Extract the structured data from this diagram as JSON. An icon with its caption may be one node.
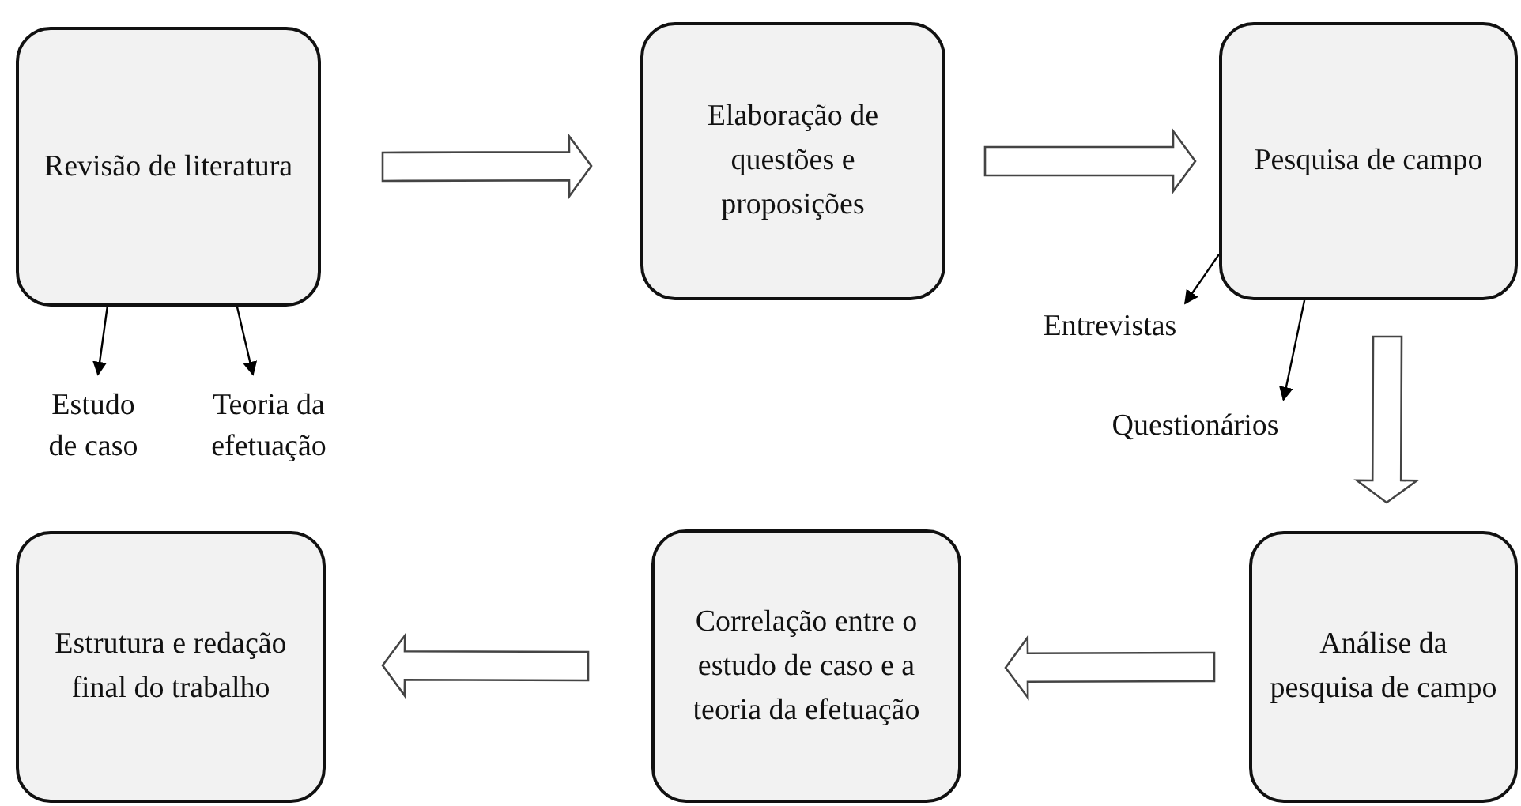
{
  "diagram": {
    "nodes": [
      {
        "text": [
          "Revisão de literatura"
        ]
      },
      {
        "text": [
          "Elaboração de questões e proposições"
        ]
      },
      {
        "text": [
          "Pesquisa de campo"
        ]
      },
      {
        "text": [
          "Estudo de caso"
        ]
      },
      {
        "text": [
          "Teoria da efetuação"
        ]
      },
      {
        "text": [
          "Entrevistas"
        ]
      },
      {
        "text": [
          "Questionários"
        ]
      },
      {
        "text": [
          "Estrutura e redação final do trabalho"
        ]
      },
      {
        "text": [
          "Correlação entre o estudo de caso e a teoria da efetuação"
        ]
      },
      {
        "text": [
          "Análise da pesquisa de campo"
        ]
      }
    ],
    "edges": [
      {
        "from": 0,
        "to": 1,
        "arrow": "to",
        "style": "thick"
      },
      {
        "from": 1,
        "to": 2,
        "arrow": "to",
        "style": "thick"
      },
      {
        "from": 2,
        "to": 9,
        "arrow": "to",
        "style": "thick"
      },
      {
        "from": 9,
        "to": 8,
        "arrow": "to",
        "style": "thick"
      },
      {
        "from": 8,
        "to": 7,
        "arrow": "to",
        "style": "thick"
      },
      {
        "from": 0,
        "to": 3,
        "arrow": "to"
      },
      {
        "from": 0,
        "to": 4,
        "arrow": "to"
      },
      {
        "from": 2,
        "to": 5,
        "arrow": "to"
      },
      {
        "from": 2,
        "to": 6,
        "arrow": "to"
      }
    ]
  }
}
